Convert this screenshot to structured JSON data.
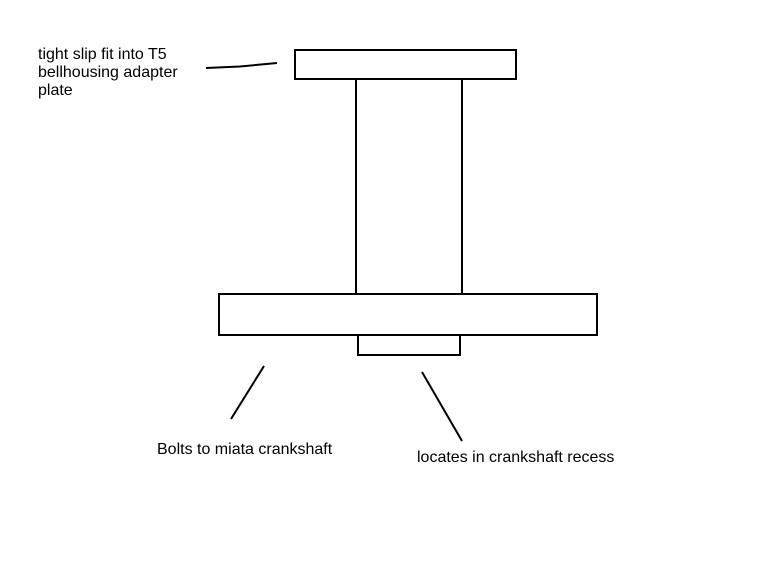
{
  "canvas": {
    "background": "#ffffff",
    "line_color": "#000000",
    "text_color": "#000000"
  },
  "diagram": {
    "type": "annotated-part-sketch",
    "subject": "miata crankshaft adapter",
    "labels": {
      "top": "tight slip fit into T5\nbellhousing adapter\nplate",
      "bottom_left": "Bolts to miata crankshaft",
      "bottom_right": "locates in crankshaft recess"
    },
    "parts": [
      "adapter-plate-flange",
      "shaft-body",
      "crankshaft-flange",
      "pilot-boss"
    ]
  }
}
